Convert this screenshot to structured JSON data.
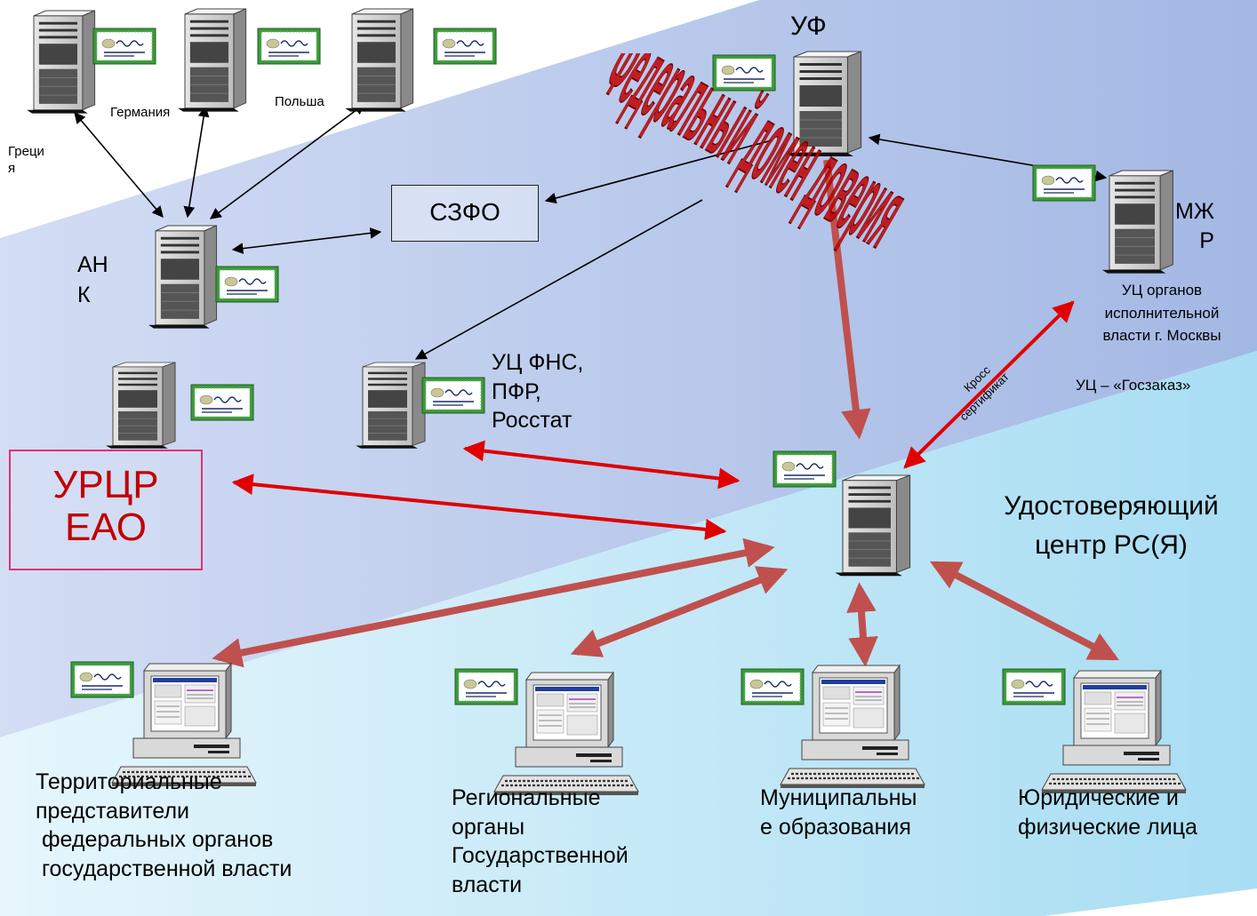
{
  "nodes": {
    "uf": "УФ",
    "germany": "Германия",
    "poland": "Польша",
    "greece": "Греци\nя",
    "ank": "АН\nК",
    "szfo": "СЗФО",
    "mzhr": "МЖ\nР",
    "uc_moscow": "УЦ органов\nисполнительной\nвласти г. Москвы",
    "uc_goszakaz": "УЦ – «Госзаказ»",
    "uc_fns": "УЦ ФНС,\nПФР,\nРосстат",
    "urcr": "УРЦР\nЕАО",
    "cross_cert_line1": "Кросс",
    "cross_cert_line2": "сертификат",
    "main_center": "Удостоверяющий\nцентр РС(Я)",
    "territorial": "Территориальные\nпредставители\n федеральных органов\n государственной власти",
    "regional": "Региональные\nорганы\nГосударственной\nвласти",
    "municipal": "Муниципальны\nе образования",
    "legal": "Юридические и\nфизические лица"
  },
  "watermark_text": "Федеральный домен доверия",
  "icons": {
    "server": "server-tower-icon",
    "certificate": "certificate-icon",
    "workstation": "desktop-computer-icon"
  },
  "colors": {
    "thick_arrow": "#c0504d",
    "red_arrow": "#e00000",
    "black_arrow": "#000000",
    "watermark": "#b00000",
    "urcr_text": "#c00000",
    "urcr_border": "#e0307a",
    "band_top": "#a9bde6",
    "band_bottom": "#a9e1f4"
  }
}
